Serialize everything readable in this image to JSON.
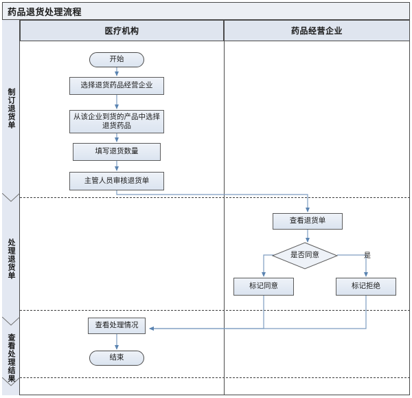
{
  "diagram": {
    "title": "药品退货处理流程",
    "type": "cross-functional-flowchart",
    "lanes": [
      {
        "id": "lane-medical-institution",
        "label": "医疗机构"
      },
      {
        "id": "lane-drug-enterprise",
        "label": "药品经营企业"
      }
    ],
    "phases": [
      {
        "id": "phase-create-return-order",
        "label": "制订退货单"
      },
      {
        "id": "phase-process-return-order",
        "label": "处理退货单"
      },
      {
        "id": "phase-view-result",
        "label": "查看处理结果"
      }
    ],
    "nodes": [
      {
        "id": "n-start",
        "label": "开始",
        "shape": "terminal",
        "lane": 0,
        "phase": 0
      },
      {
        "id": "n-select-enterprise",
        "label": "选择退货药品经营企业",
        "shape": "process",
        "lane": 0,
        "phase": 0
      },
      {
        "id": "n-select-drug",
        "label": "从该企业到货的产品中选择退货药品",
        "shape": "process",
        "lane": 0,
        "phase": 0
      },
      {
        "id": "n-fill-quantity",
        "label": "填写退货数量",
        "shape": "process",
        "lane": 0,
        "phase": 0
      },
      {
        "id": "n-manager-review",
        "label": "主管人员审核退货单",
        "shape": "process",
        "lane": 0,
        "phase": 0
      },
      {
        "id": "n-view-order",
        "label": "查看退货单",
        "shape": "process",
        "lane": 1,
        "phase": 1
      },
      {
        "id": "n-agree-decision",
        "label": "是否同意",
        "shape": "decision",
        "lane": 1,
        "phase": 1
      },
      {
        "id": "n-mark-agree",
        "label": "标记同意",
        "shape": "process",
        "lane": 1,
        "phase": 1
      },
      {
        "id": "n-mark-reject",
        "label": "标记拒绝",
        "shape": "process",
        "lane": 1,
        "phase": 1
      },
      {
        "id": "n-view-status",
        "label": "查看处理情况",
        "shape": "process",
        "lane": 0,
        "phase": 2
      },
      {
        "id": "n-end",
        "label": "结束",
        "shape": "terminal",
        "lane": 0,
        "phase": 2
      }
    ],
    "edges": [
      {
        "from": "n-start",
        "to": "n-select-enterprise",
        "label": ""
      },
      {
        "from": "n-select-enterprise",
        "to": "n-select-drug",
        "label": ""
      },
      {
        "from": "n-select-drug",
        "to": "n-fill-quantity",
        "label": ""
      },
      {
        "from": "n-fill-quantity",
        "to": "n-manager-review",
        "label": ""
      },
      {
        "from": "n-manager-review",
        "to": "n-view-order",
        "label": ""
      },
      {
        "from": "n-view-order",
        "to": "n-agree-decision",
        "label": ""
      },
      {
        "from": "n-agree-decision",
        "to": "n-mark-agree",
        "label": ""
      },
      {
        "from": "n-agree-decision",
        "to": "n-mark-reject",
        "label": "是"
      },
      {
        "from": "n-mark-agree",
        "to": "n-view-status",
        "label": ""
      },
      {
        "from": "n-mark-reject",
        "to": "n-view-status",
        "label": ""
      },
      {
        "from": "n-view-status",
        "to": "n-end",
        "label": ""
      }
    ]
  },
  "colors": {
    "node_fill_top": "#eef2f8",
    "node_fill_bottom": "#dbe4f0",
    "node_border": "#5b5b5b",
    "connector": "#7d9cc0",
    "lane_header_fill": "#dfe5ef",
    "phase_band_fill": "#e3e8f2",
    "title_fill": "#eceff4",
    "frame_border": "#4a4a4a",
    "text": "#1b1b1b"
  }
}
